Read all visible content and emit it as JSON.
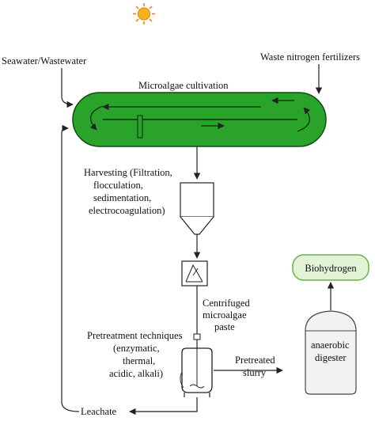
{
  "labels": {
    "inlet_left": "Seawater/Wastewater",
    "inlet_right": "Waste nitrogen fertilizers",
    "cultivation": "Microalgae cultivation",
    "harvesting": [
      "Harvesting (Filtration,",
      "flocculation,",
      "sedimentation,",
      "electrocoagulation)"
    ],
    "centrifuged": [
      "Centrifuged",
      "microalgae",
      "paste"
    ],
    "pretreatment": [
      "Pretreatment techniques",
      "(enzymatic,",
      "thermal,",
      "acidic, alkali)"
    ],
    "pretreated": [
      "Pretreated",
      "slurry"
    ],
    "digester": [
      "anaerobic",
      "digester"
    ],
    "product": "Biohydrogen",
    "leachate": "Leachate"
  },
  "colors": {
    "pond_fill": "#2aa32a",
    "pond_stroke": "#0d4d0d",
    "product_fill": "#e3f4d6",
    "product_stroke": "#67b14c",
    "sun_core": "#f2b21d",
    "sun_rays": "#e58a12",
    "digester_fill": "#f2f2f2",
    "line": "#222222"
  },
  "icons": [
    "sun-icon",
    "raceway-pond",
    "hopper",
    "centrifuge",
    "reactor",
    "digester"
  ]
}
